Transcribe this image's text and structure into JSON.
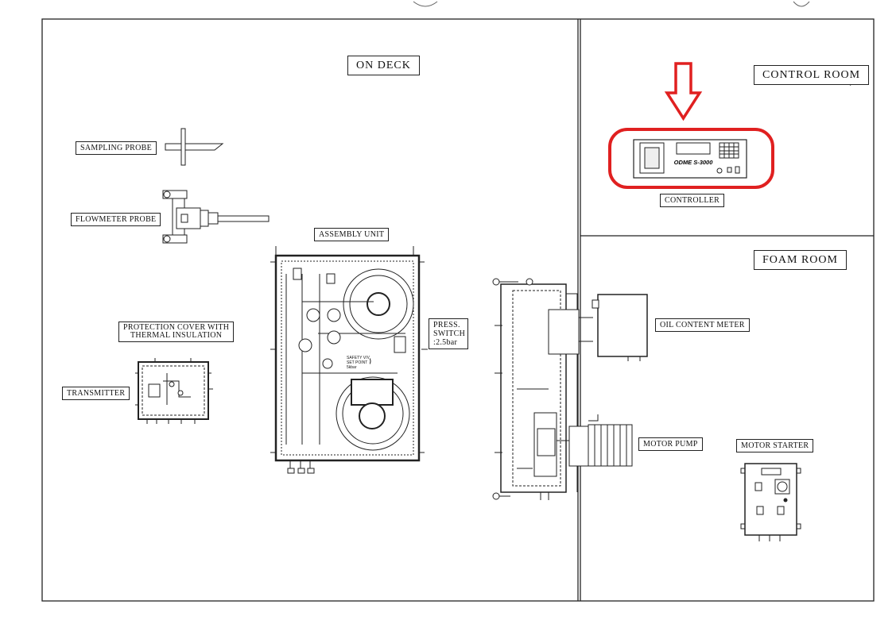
{
  "sections": {
    "on_deck": "ON DECK",
    "control_room": "CONTROL ROOM",
    "foam_room": "FOAM ROOM"
  },
  "components": {
    "sampling_probe": "SAMPLING PROBE",
    "flowmeter_probe": "FLOWMETER PROBE",
    "assembly_unit": "ASSEMBLY UNIT",
    "press_switch_1": "PRESS.",
    "press_switch_2": "SWITCH",
    "press_switch_3": ":2.5bar",
    "protection_cover_1": "PROTECTION COVER WITH",
    "protection_cover_2": "THERMAL INSULATION",
    "transmitter": "TRANSMITTER",
    "controller": "CONTROLLER",
    "controller_model": "ODME S-3000",
    "oil_content_meter": "OIL CONTENT METER",
    "motor_pump": "MOTOR PUMP",
    "motor_starter": "MOTOR STARTER",
    "safety_valve_1": "SAFETY V/V",
    "safety_valve_2": "SET POINT",
    "safety_valve_3": "5kbar"
  },
  "highlight": {
    "color": "#e02020",
    "arrow": "down-arrow-icon",
    "target": "controller"
  }
}
